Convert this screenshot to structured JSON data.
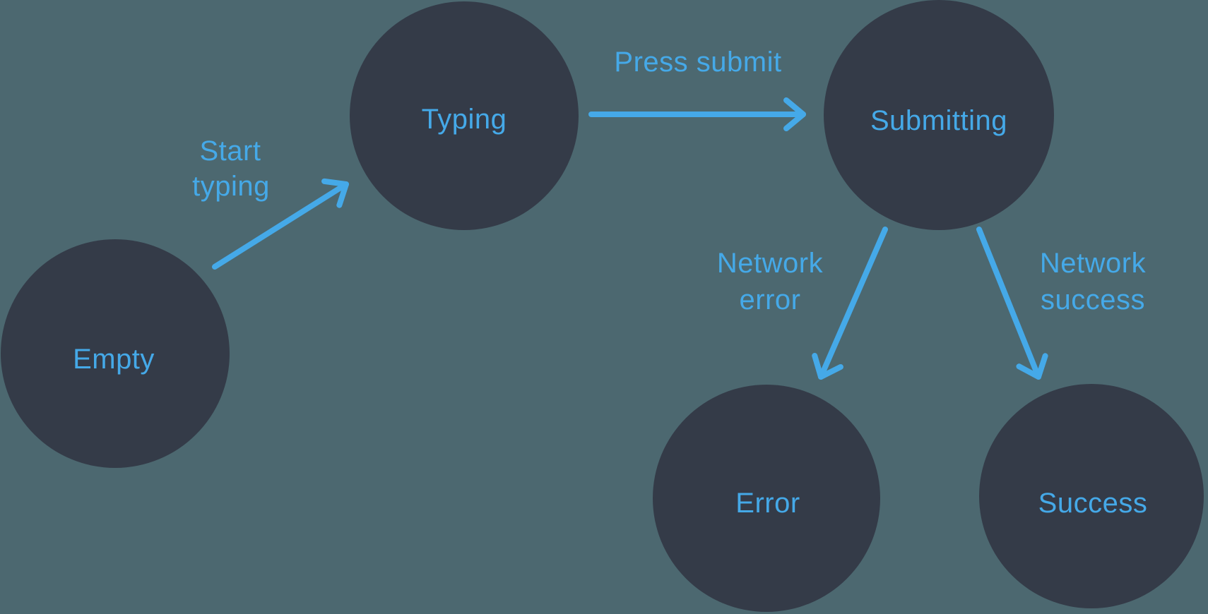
{
  "diagram": {
    "type": "state-machine",
    "nodes": [
      {
        "id": "empty",
        "label": "Empty"
      },
      {
        "id": "typing",
        "label": "Typing"
      },
      {
        "id": "submitting",
        "label": "Submitting"
      },
      {
        "id": "error",
        "label": "Error"
      },
      {
        "id": "success",
        "label": "Success"
      }
    ],
    "edges": [
      {
        "from": "Empty",
        "to": "Typing",
        "label": "Start typing",
        "lines": [
          "Start",
          "typing"
        ]
      },
      {
        "from": "Typing",
        "to": "Submitting",
        "label": "Press submit",
        "lines": [
          "Press submit"
        ]
      },
      {
        "from": "Submitting",
        "to": "Error",
        "label": "Network error",
        "lines": [
          "Network",
          "error"
        ]
      },
      {
        "from": "Submitting",
        "to": "Success",
        "label": "Network success",
        "lines": [
          "Network",
          "success"
        ]
      }
    ],
    "colors": {
      "background": "#4C6870",
      "node_fill": "#343B48",
      "accent_blue": "#45A9E8"
    }
  }
}
